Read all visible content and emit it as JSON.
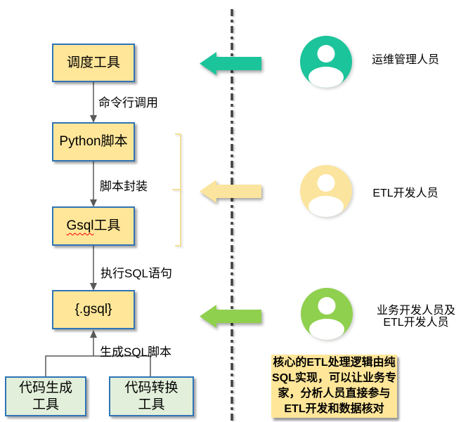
{
  "colors": {
    "box-yellow": "#FFE699",
    "box-green": "#E2EFDA",
    "box-border": "#2E74B5",
    "teal": "#1BC49A",
    "pale-yellow": "#FBE49D",
    "bright-green": "#8FD04E",
    "line-gray": "#595959",
    "divider-gray": "#3F3F3F",
    "bracket-yellow": "#F2DC8C",
    "squiggle-red": "#FF0000"
  },
  "flow": {
    "nodes": [
      {
        "label": "调度工具"
      },
      {
        "label": "Python脚本"
      },
      {
        "label": "Gsql工具",
        "label_wavy": "Gsql",
        "label_rest": "工具"
      },
      {
        "label": "{.gsql}"
      },
      {
        "label": "代码生成\n工具"
      },
      {
        "label": "代码转换\n工具"
      }
    ],
    "edges": [
      {
        "label": "命令行调用"
      },
      {
        "label": "脚本封装"
      },
      {
        "label": "执行SQL语句"
      },
      {
        "label": "生成SQL脚本"
      }
    ]
  },
  "actors": [
    {
      "name": "运维管理人员",
      "color": "#1BC49A"
    },
    {
      "name": "ETL开发人员",
      "color": "#FBE49D"
    },
    {
      "name": "业务开发人员及\nETL开发人员",
      "color": "#8FD04E"
    }
  ],
  "note": {
    "text": "核心的ETL处理逻辑由纯\nSQL实现，可以让业务专\n家，分析人员直接参与\nETL开发和数据核对"
  }
}
